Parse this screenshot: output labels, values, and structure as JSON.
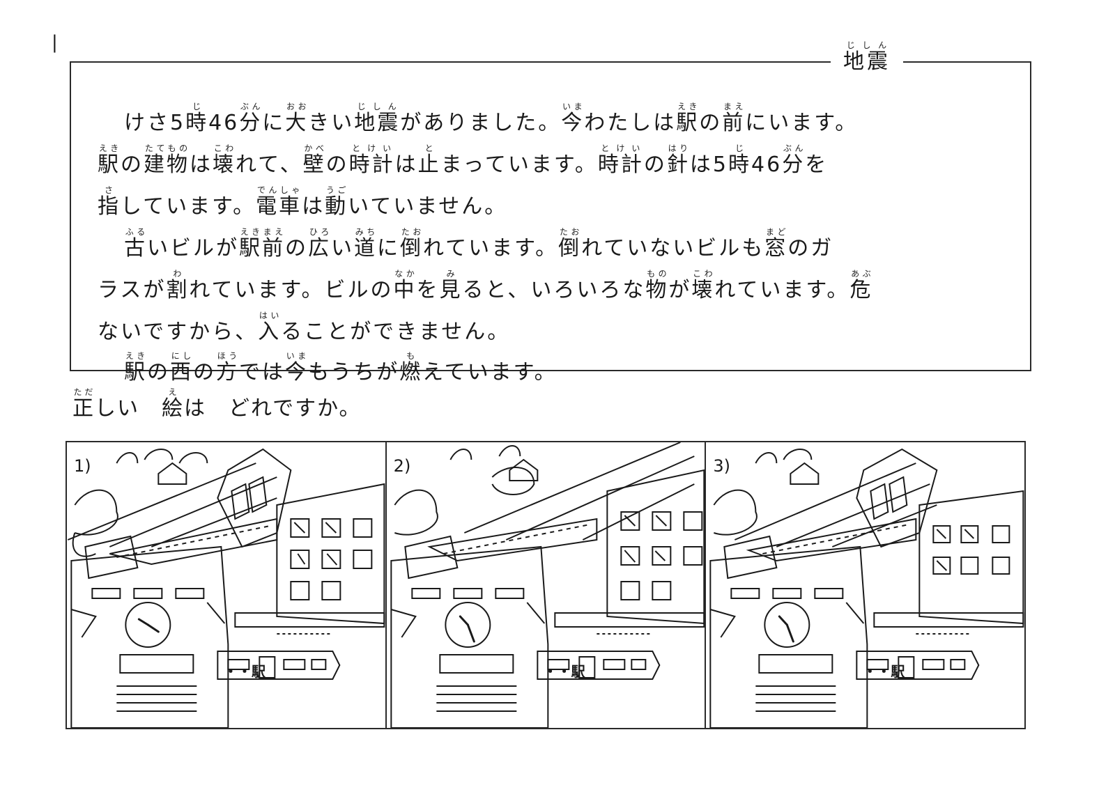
{
  "margin_mark": "|",
  "title": {
    "text": "地震",
    "reading": "じしん"
  },
  "passage": {
    "p1l1": [
      [
        "けさ5",
        ""
      ],
      [
        "時",
        "じ"
      ],
      [
        "46",
        ""
      ],
      [
        "分",
        "ぶん"
      ],
      [
        "に",
        ""
      ],
      [
        "大",
        "おお"
      ],
      [
        "きい",
        ""
      ],
      [
        "地震",
        "じしん"
      ],
      [
        "がありました。",
        ""
      ],
      [
        "今",
        "いま"
      ],
      [
        "わたしは",
        ""
      ],
      [
        "駅",
        "えき"
      ],
      [
        "の",
        ""
      ],
      [
        "前",
        "まえ"
      ],
      [
        "にいます。",
        ""
      ]
    ],
    "p1l2": [
      [
        "駅",
        "えき"
      ],
      [
        "の",
        ""
      ],
      [
        "建物",
        "たてもの"
      ],
      [
        "は",
        ""
      ],
      [
        "壊",
        "こわ"
      ],
      [
        "れて、",
        ""
      ],
      [
        "壁",
        "かべ"
      ],
      [
        "の",
        ""
      ],
      [
        "時計",
        "とけい"
      ],
      [
        "は",
        ""
      ],
      [
        "止",
        "と"
      ],
      [
        "まっています。",
        ""
      ],
      [
        "時計",
        "とけい"
      ],
      [
        "の",
        ""
      ],
      [
        "針",
        "はり"
      ],
      [
        "は5",
        ""
      ],
      [
        "時",
        "じ"
      ],
      [
        "46",
        ""
      ],
      [
        "分",
        "ぶん"
      ],
      [
        "を",
        ""
      ]
    ],
    "p1l3": [
      [
        "指",
        "さ"
      ],
      [
        "しています。",
        ""
      ],
      [
        "電車",
        "でんしゃ"
      ],
      [
        "は",
        ""
      ],
      [
        "動",
        "うご"
      ],
      [
        "いていません。",
        ""
      ]
    ],
    "p2l1": [
      [
        "古",
        "ふる"
      ],
      [
        "いビルが",
        ""
      ],
      [
        "駅前",
        "えきまえ"
      ],
      [
        "の",
        ""
      ],
      [
        "広",
        "ひろ"
      ],
      [
        "い",
        ""
      ],
      [
        "道",
        "みち"
      ],
      [
        "に",
        ""
      ],
      [
        "倒",
        "たお"
      ],
      [
        "れています。",
        ""
      ],
      [
        "倒",
        "たお"
      ],
      [
        "れていないビルも",
        ""
      ],
      [
        "窓",
        "まど"
      ],
      [
        "のガ",
        ""
      ]
    ],
    "p2l2": [
      [
        "ラスが",
        ""
      ],
      [
        "割",
        "わ"
      ],
      [
        "れています。ビルの",
        ""
      ],
      [
        "中",
        "なか"
      ],
      [
        "を",
        ""
      ],
      [
        "見",
        "み"
      ],
      [
        "ると、いろいろな",
        ""
      ],
      [
        "物",
        "もの"
      ],
      [
        "が",
        ""
      ],
      [
        "壊",
        "こわ"
      ],
      [
        "れています。",
        ""
      ],
      [
        "危",
        "あぶ"
      ]
    ],
    "p2l3": [
      [
        "ないですから、",
        ""
      ],
      [
        "入",
        "はい"
      ],
      [
        "ることができません。",
        ""
      ]
    ],
    "p3l1": [
      [
        "駅",
        "えき"
      ],
      [
        "の",
        ""
      ],
      [
        "西",
        "にし"
      ],
      [
        "の",
        ""
      ],
      [
        "方",
        "ほう"
      ],
      [
        "では",
        ""
      ],
      [
        "今",
        "いま"
      ],
      [
        "もうちが",
        ""
      ],
      [
        "燃",
        "も"
      ],
      [
        "えています。",
        ""
      ]
    ]
  },
  "question": [
    [
      "正",
      "ただ"
    ],
    [
      "しい　",
      ""
    ],
    [
      "絵",
      "え"
    ],
    [
      "は　どれですか。",
      ""
    ]
  ],
  "panels": [
    {
      "label": "1)",
      "sign": "・・駅",
      "clock_time": "5:40"
    },
    {
      "label": "2)",
      "sign": "・・駅",
      "clock_time": "5:46"
    },
    {
      "label": "3)",
      "sign": "・・駅",
      "clock_time": "5:46"
    }
  ],
  "colors": {
    "ink": "#1a1a1a",
    "paper": "#ffffff"
  }
}
